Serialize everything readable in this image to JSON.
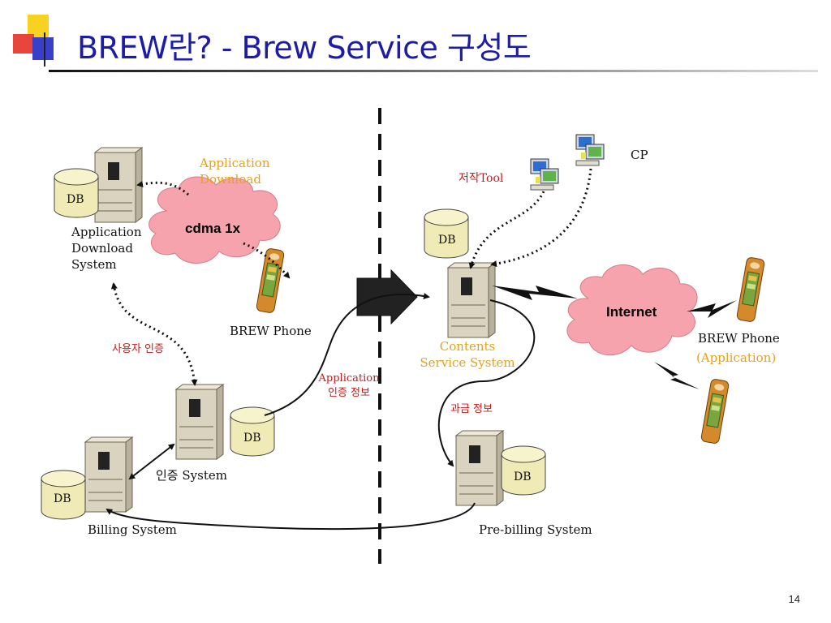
{
  "slide": {
    "title": "BREW란? - Brew Service 구성도",
    "page_number": "14"
  },
  "diagram": {
    "db_label": "DB",
    "left": {
      "app_download_note": [
        "Application",
        "Download"
      ],
      "cdma_cloud": "cdma 1x",
      "app_download_system": [
        "Application",
        "Download",
        "System"
      ],
      "brew_phone": "BREW Phone",
      "user_auth": "사용자 인증",
      "auth_system": "인증 System",
      "billing_system": "Billing System",
      "app_auth_info": [
        "Application",
        "인증 정보"
      ]
    },
    "right": {
      "cp": "CP",
      "authoring_tool": "저작Tool",
      "contents_service_system": [
        "Contents",
        "Service System"
      ],
      "internet_cloud": "Internet",
      "brew_phone": "BREW Phone",
      "brew_phone_sub": "(Application)",
      "billing_info": "과금 정보",
      "prebilling_system": "Pre-billing System"
    }
  },
  "colors": {
    "title": "#1c1ca6",
    "cloud": "#f6a3ad",
    "annotation_orange": "#e7a11a",
    "annotation_red": "#cc1a1a",
    "db_fill": "#efeab6",
    "server": "#d9d3c0"
  }
}
